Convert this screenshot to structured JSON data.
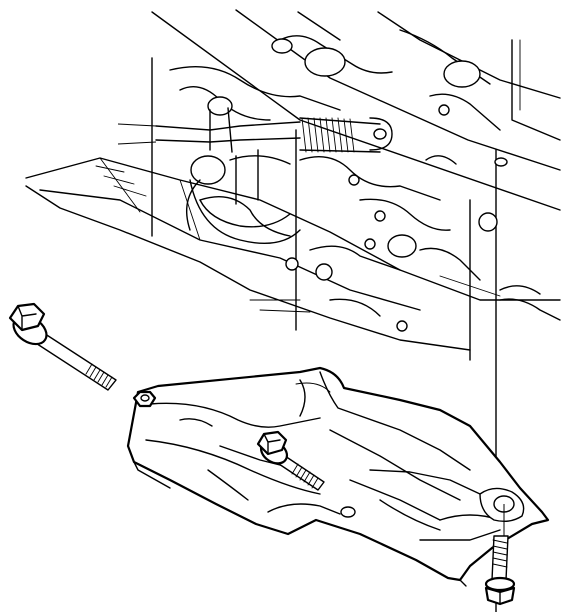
{
  "diagram": {
    "style": "black line-art exploded technical illustration",
    "colors": {
      "line": "#000000",
      "background": "#ffffff"
    },
    "parts": [
      {
        "name": "engine-block-assembly",
        "icon": "engine-block"
      },
      {
        "name": "heat-shield-bracket",
        "icon": "bracket"
      },
      {
        "name": "long-flange-bolt",
        "icon": "bolt"
      },
      {
        "name": "short-flange-bolt",
        "icon": "bolt"
      },
      {
        "name": "lower-flange-bolt",
        "icon": "bolt"
      },
      {
        "name": "flange-nut",
        "icon": "nut"
      }
    ]
  }
}
